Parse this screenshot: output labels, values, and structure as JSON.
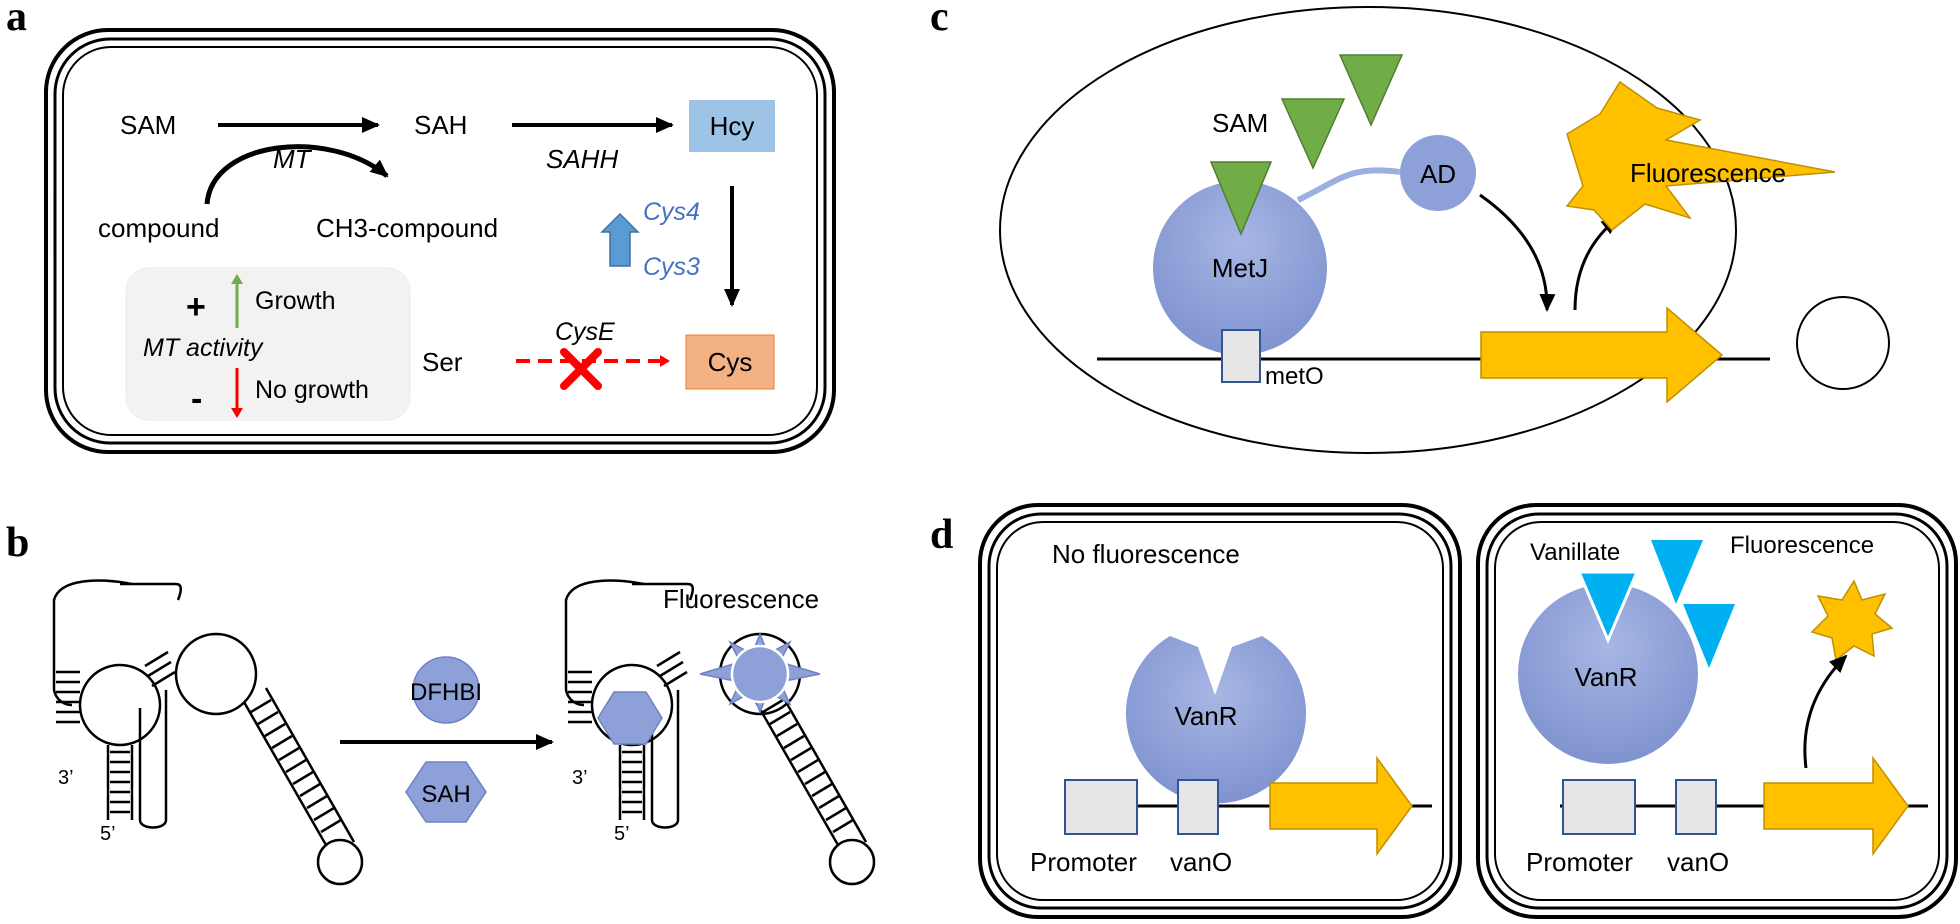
{
  "panels": {
    "a": {
      "letter": "a",
      "sam": "SAM",
      "sah": "SAH",
      "hcy": "Hcy",
      "mt": "MT",
      "sahh": "SAHH",
      "compound": "compound",
      "ch3_compound": "CH3-compound",
      "cys4": "Cys4",
      "cys3": "Cys3",
      "plus": "+",
      "minus": "-",
      "growth": "Growth",
      "mt_activity": "MT activity",
      "no_growth": "No growth",
      "ser": "Ser",
      "cyse": "CysE",
      "cys": "Cys"
    },
    "b": {
      "letter": "b",
      "fluorescence": "Fluorescence",
      "dfhbi": "DFHBI",
      "sah": "SAH",
      "three_prime_left": "3’",
      "five_prime_left": "5’",
      "three_prime_right": "3’",
      "five_prime_right": "5’"
    },
    "c": {
      "letter": "c",
      "sam": "SAM",
      "ad": "AD",
      "metj": "MetJ",
      "fluorescence": "Fluorescence",
      "meto": "metO"
    },
    "d": {
      "letter": "d",
      "no_fluorescence": "No fluorescence",
      "vanr_left": "VanR",
      "promoter_left": "Promoter",
      "vano_left": "vanO",
      "vanillate": "Vanillate",
      "fluorescence": "Fluorescence",
      "vanr_right": "VanR",
      "promoter_right": "Promoter",
      "vano_right": "vanO"
    }
  },
  "colors": {
    "hcy_box": "#9dc3e6",
    "cys_box": "#f4b183",
    "protein_blue": "#8ea0d8",
    "protein_blue_dark": "#7f93cf",
    "sam_green": "#70ad47",
    "fluor_yellow": "#ffc000",
    "vanillate_cyan": "#00b0f0",
    "gray_box": "#e7e6e6",
    "growth_green": "#70ad47",
    "no_growth_red": "#ff0000",
    "cyse_red": "#ff0000",
    "cys_arrow_blue": "#5b9bd5"
  }
}
